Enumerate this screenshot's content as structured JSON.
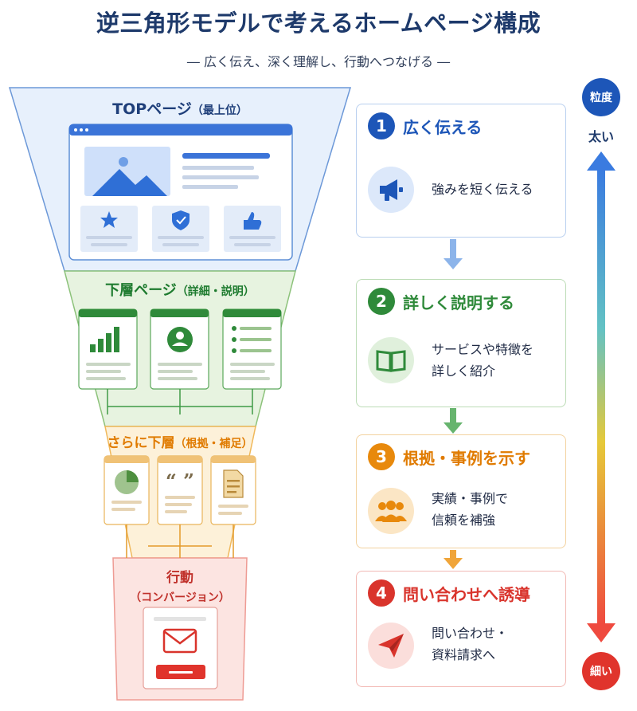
{
  "header": {
    "title": "逆三角形モデルで考えるホームページ構成",
    "subtitle": "― 広く伝え、深く理解し、行動へつなげる ―"
  },
  "funnel": {
    "layers": [
      {
        "label": "TOPページ",
        "sub": "（最上位）",
        "color": "#1f3f7a",
        "fill": "#e6f0fc"
      },
      {
        "label": "下層ページ",
        "sub": "（詳細・説明）",
        "color": "#1e7b2f",
        "fill": "#e8f4e2"
      },
      {
        "label": "さらに下層",
        "sub": "（根拠・補足）",
        "color": "#e07b00",
        "fill": "#fdf1d9"
      },
      {
        "label": "行動",
        "sub": "（コンバージョン）",
        "color": "#c0312b",
        "fill": "#fce4e1"
      }
    ]
  },
  "steps": [
    {
      "num": "1",
      "title": "広く伝える",
      "desc": "強みを短く伝える",
      "icon": "megaphone-icon",
      "color": "#1d56b8"
    },
    {
      "num": "2",
      "title": "詳しく説明する",
      "desc": "サービスや特徴を\n詳しく紹介",
      "icon": "open-book-icon",
      "color": "#2f8a3a"
    },
    {
      "num": "3",
      "title": "根拠・事例を示す",
      "desc": "実績・事例で\n信頼を補強",
      "icon": "people-group-icon",
      "color": "#e8890c"
    },
    {
      "num": "4",
      "title": "問い合わせへ誘導",
      "desc": "問い合わせ・\n資料請求へ",
      "icon": "paper-plane-icon",
      "color": "#d9342c"
    }
  ],
  "granularity": {
    "badge": "粒度",
    "top": "太い",
    "bottom": "細い",
    "badge_color": "#1d56b8",
    "bottom_color": "#e0342c"
  }
}
